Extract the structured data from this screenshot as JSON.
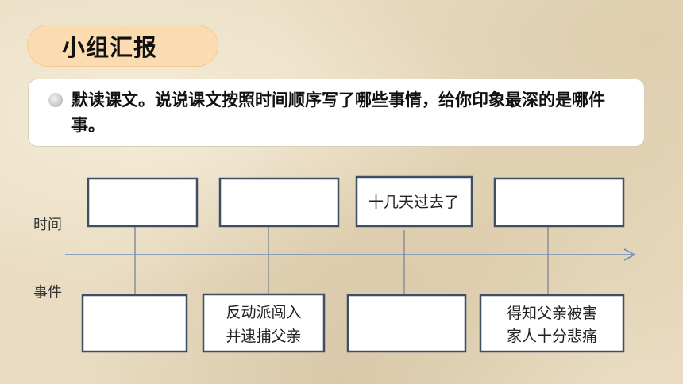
{
  "header": {
    "title": "小组汇报"
  },
  "task": {
    "text": "默读课文。说说课文按照时间顺序写了哪些事情，给你印象最深的是哪件事。"
  },
  "diagram": {
    "time_label": "时间",
    "event_label": "事件",
    "time_boxes": [
      "",
      "",
      "十几天过去了",
      ""
    ],
    "event_boxes": [
      [],
      [
        "反动派闯入",
        "并逮捕父亲"
      ],
      [],
      [
        "得知父亲被害",
        "家人十分悲痛"
      ]
    ]
  }
}
